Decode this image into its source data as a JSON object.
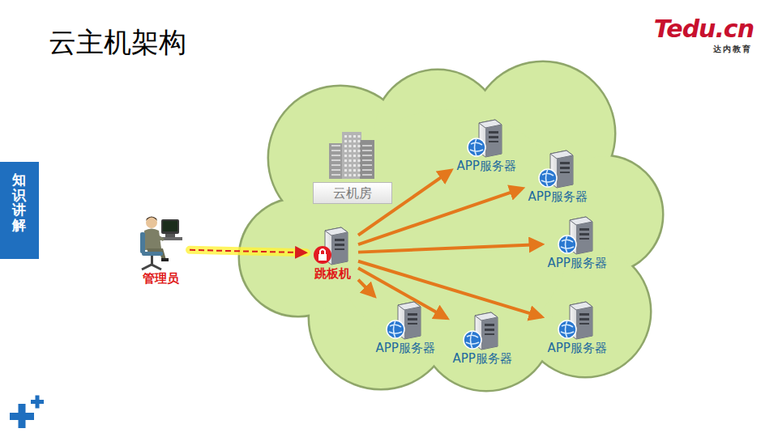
{
  "diagram": {
    "title": "云主机架构",
    "nodes": [
      {
        "text": [
          "管理员"
        ]
      },
      {
        "text": [
          "云机房"
        ]
      },
      {
        "text": [
          "跳板机"
        ]
      },
      {
        "text": [
          "APP服务器"
        ]
      },
      {
        "text": [
          "APP服务器"
        ]
      },
      {
        "text": [
          "APP服务器"
        ]
      },
      {
        "text": [
          "APP服务器"
        ]
      },
      {
        "text": [
          "APP服务器"
        ]
      },
      {
        "text": [
          "APP服务器"
        ]
      }
    ],
    "edges": [
      {
        "from": 0,
        "to": 2,
        "arrow": "to"
      },
      {
        "from": 2,
        "to": 3,
        "arrow": "to"
      },
      {
        "from": 2,
        "to": 4,
        "arrow": "to"
      },
      {
        "from": 2,
        "to": 5,
        "arrow": "to"
      },
      {
        "from": 2,
        "to": 6,
        "arrow": "to"
      },
      {
        "from": 2,
        "to": 7,
        "arrow": "to"
      },
      {
        "from": 2,
        "to": 8,
        "arrow": "to"
      }
    ],
    "labels": [
      "Tedu.cn",
      "达内教育",
      "知识讲解"
    ]
  }
}
